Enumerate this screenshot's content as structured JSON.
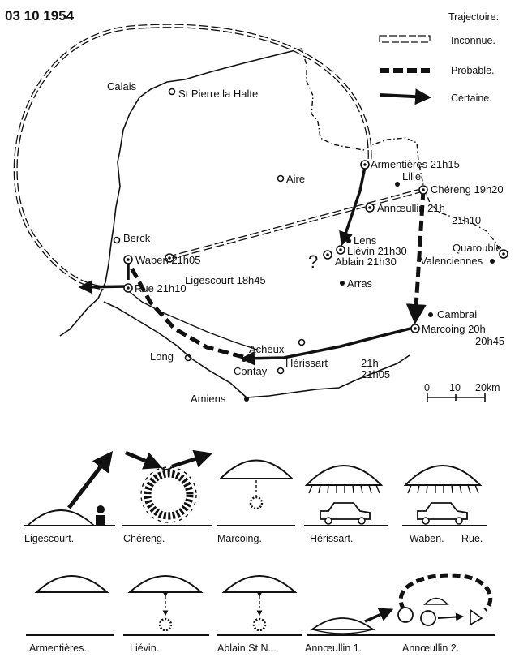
{
  "title": "03 10 1954",
  "legend": {
    "heading": "Trajectoire:",
    "unknown": "Inconnue.",
    "probable": "Probable.",
    "certain": "Certaine."
  },
  "towns": {
    "calais": "Calais",
    "st_pierre": "St Pierre la Halte",
    "aire": "Aire",
    "armentieres": "Armentières 21h15",
    "lille": "Lille",
    "chereng": "Chéreng 19h20",
    "annoeullin": "Annœullin 21h",
    "annoeullin_time2": "21h10",
    "lens": "Lens",
    "lievin": "Liévin 21h30",
    "ablain": "Ablain 21h30",
    "quarouble": "Quarouble",
    "valenciennes": "Valenciennes",
    "arras": "Arras",
    "cambrai": "Cambrai",
    "marcoing": "Marcoing 20h",
    "marcoing_time2": "20h45",
    "berck": "Berck",
    "waben": "Waben 21h05",
    "rue": "Rue 21h10",
    "ligescourt": "Ligescourt 18h45",
    "acheux": "Acheux",
    "contay": "Contay",
    "herissart": "Hérissart",
    "herissart_time": "21h",
    "herissart_time2": "21h05",
    "long": "Long",
    "amiens": "Amiens",
    "question_mark": "?"
  },
  "scale": {
    "l0": "0",
    "l10": "10",
    "l20": "20km"
  },
  "sketches": {
    "ligescourt": "Ligescourt.",
    "chereng": "Chéreng.",
    "marcoing": "Marcoing.",
    "herissart": "Hérissart.",
    "waben": "Waben.",
    "rue": "Rue.",
    "armentieres": "Armentières.",
    "lievin": "Liévin.",
    "ablain": "Ablain St N...",
    "annoeullin1": "Annœullin 1.",
    "annoeullin2": "Annœullin 2."
  }
}
